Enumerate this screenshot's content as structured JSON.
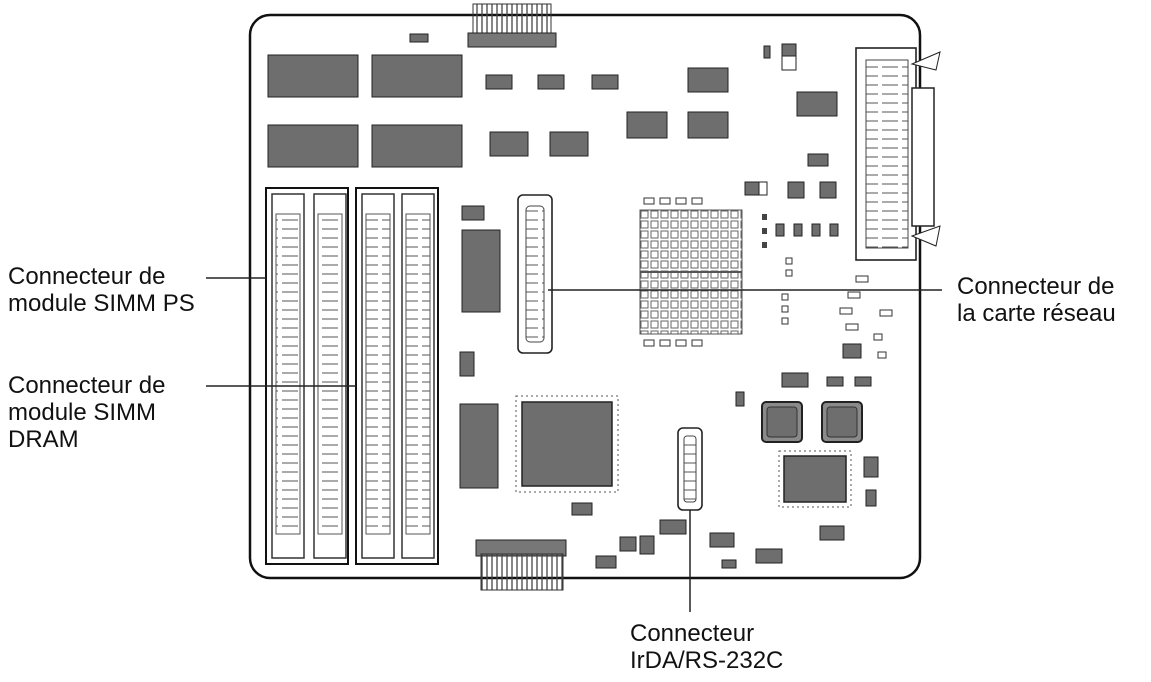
{
  "labels": {
    "simm_ps": {
      "line1": "Connecteur de",
      "line2": "module SIMM PS"
    },
    "simm_dram": {
      "line1": "Connecteur de",
      "line2": "module SIMM",
      "line3": "DRAM"
    },
    "network_card": {
      "line1": "Connecteur de",
      "line2": "la carte réseau"
    },
    "irda": {
      "line1": "Connecteur",
      "line2": "IrDA/RS-232C"
    }
  },
  "colors": {
    "board_outline": "#111111",
    "chip_fill": "#6e6e6e",
    "line": "#222222"
  }
}
